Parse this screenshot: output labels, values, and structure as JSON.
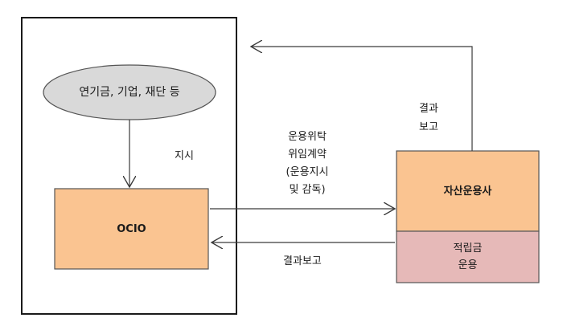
{
  "sponsor": {
    "label": "연기금, 기업, 재단 등"
  },
  "instruction": {
    "label": "지시"
  },
  "ocio": {
    "label": "OCIO"
  },
  "contract": {
    "line1": "운용위탁",
    "line2": "위임계약",
    "line3": "(운용지시",
    "line4": "및 감독)"
  },
  "report_bottom": {
    "label": "결과보고"
  },
  "report_top": {
    "line1": "결과",
    "line2": "보고"
  },
  "asset_manager": {
    "label": "자산운용사"
  },
  "fund_management": {
    "line1": "적립금",
    "line2": "운용"
  },
  "colors": {
    "box_orange": "#fac491",
    "box_pink": "#e6b9b8",
    "ellipse_gray": "#d9d9d9",
    "stroke": "#3a3a3a"
  }
}
